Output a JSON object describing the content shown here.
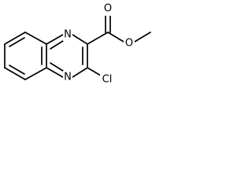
{
  "molecule": {
    "atoms": {
      "n1": "N",
      "n2": "N",
      "o_carbonyl": "O",
      "o_ester": "O",
      "cl": "Cl"
    }
  },
  "colors": {
    "bond": "#000000",
    "label": "#000000",
    "background": "#ffffff"
  }
}
